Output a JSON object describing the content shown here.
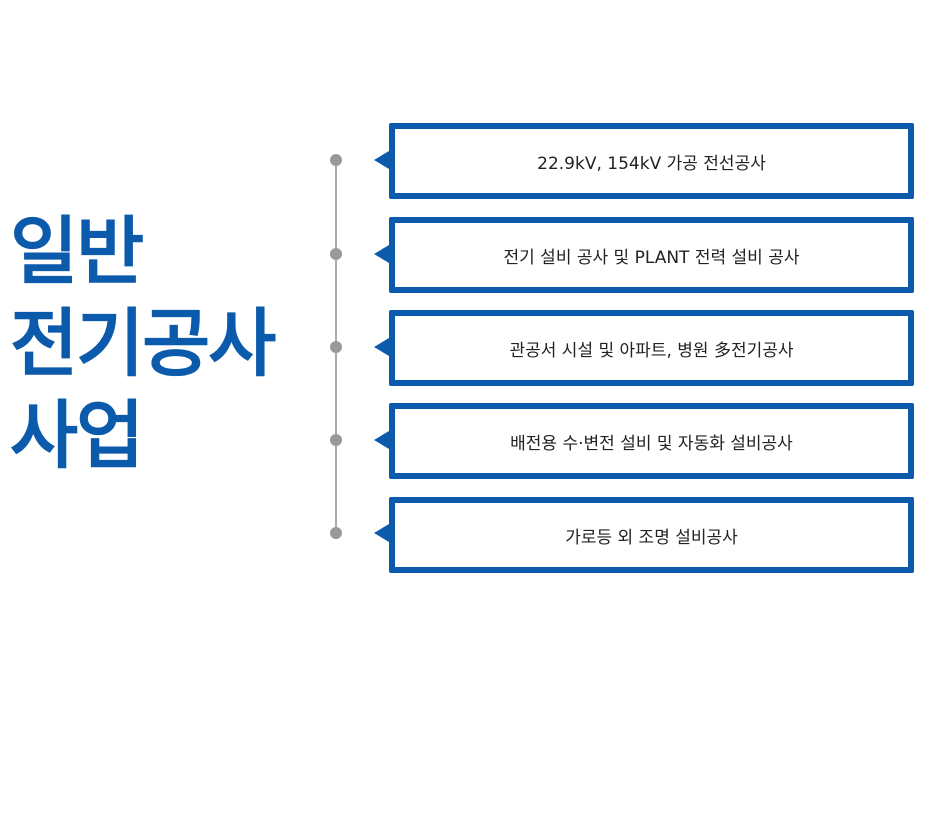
{
  "title": {
    "lines": [
      "일반",
      "전기공사",
      "사업"
    ]
  },
  "items": [
    {
      "label": "22.9kV, 154kV 가공 전선공사"
    },
    {
      "label": "전기 설비 공사 및 PLANT 전력 설비 공사"
    },
    {
      "label": "관공서 시설 및 아파트, 병원 多전기공사"
    },
    {
      "label": "배전용 수·변전 설비 및 자동화 설비공사"
    },
    {
      "label": "가로등 외 조명 설비공사"
    }
  ],
  "colors": {
    "accent": "#0b5aab",
    "timeline": "#999999"
  }
}
